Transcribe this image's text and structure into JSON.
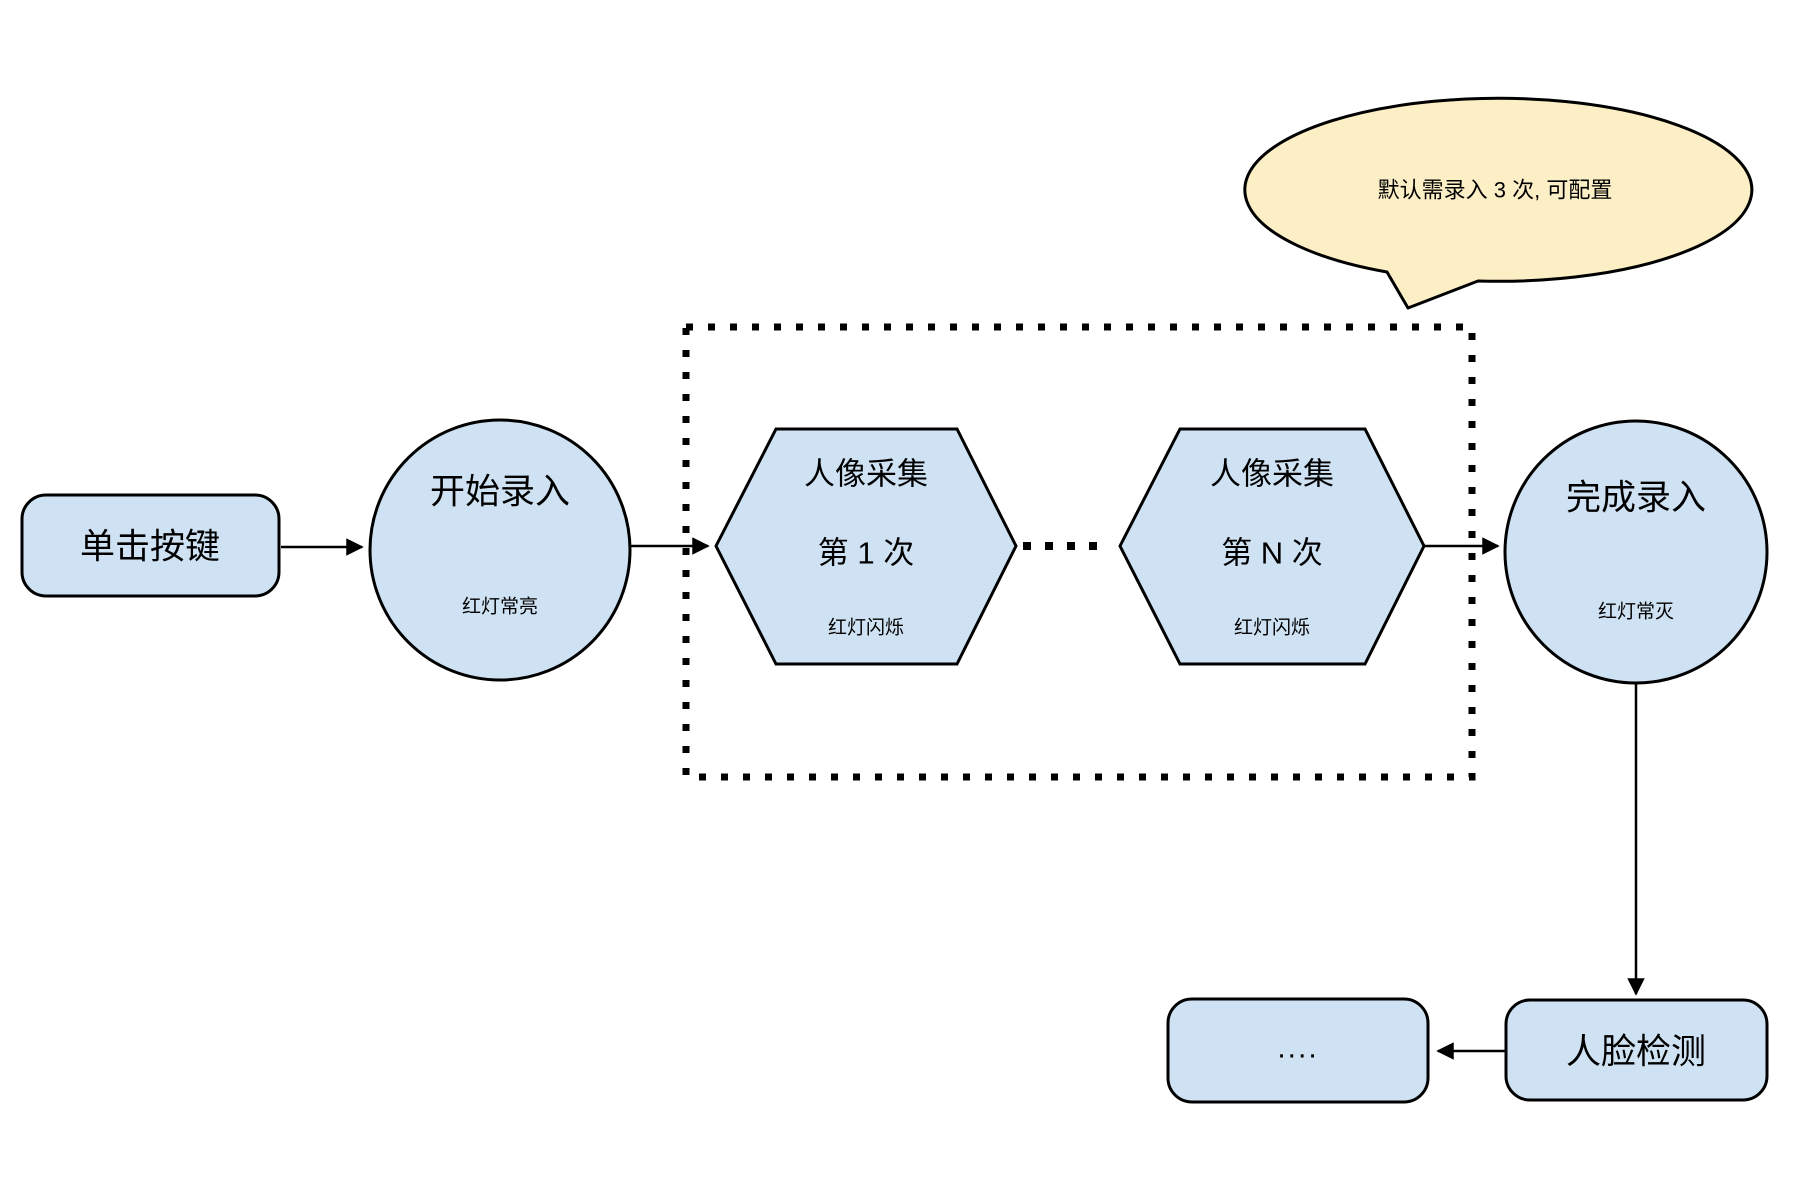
{
  "callout": {
    "text": "默认需录入 3 次, 可配置"
  },
  "nodes": {
    "click_button": {
      "label": "单击按键"
    },
    "start_record": {
      "label": "开始录入",
      "status": "红灯常亮"
    },
    "capture_first": {
      "title": "人像采集",
      "subtitle": "第 1 次",
      "status": "红灯闪烁"
    },
    "capture_nth": {
      "title": "人像采集",
      "subtitle": "第 N 次",
      "status": "红灯闪烁"
    },
    "finish_record": {
      "label": "完成录入",
      "status": "红灯常灭"
    },
    "face_detect": {
      "label": "人脸检测"
    },
    "more": {
      "label": "...."
    }
  },
  "colors": {
    "node_fill": "#cfe2f3",
    "callout_fill": "#fcefc6",
    "stroke": "#000000"
  }
}
